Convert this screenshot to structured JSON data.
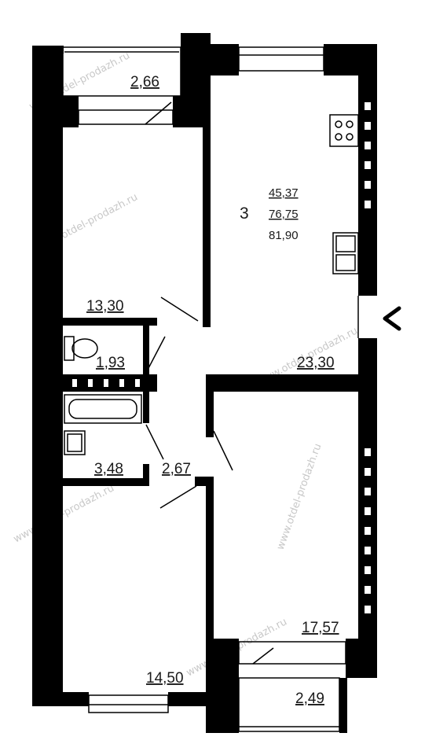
{
  "watermarks": [
    {
      "text": "www.otdel-prodazh.ru"
    },
    {
      "text": "www.otdel-prodazh.ru"
    },
    {
      "text": "www.otdel-prodazh.ru"
    },
    {
      "text": "www.otdel-prodazh.ru"
    },
    {
      "text": "www.otdel-prodazh.ru"
    },
    {
      "text": "www.otdel-prodazh.ru"
    }
  ],
  "summary": {
    "rooms": "3",
    "living_area": "45,37",
    "total_area": "76,75",
    "total_with_balcony": "81,90"
  },
  "rooms": {
    "balcony_top": "2,66",
    "bedroom_left": "13,30",
    "toilet": "1,93",
    "bathroom": "3,48",
    "hallway": "2,67",
    "kitchen_living": "23,30",
    "bedroom_right": "17,57",
    "bedroom_bottom_left": "14,50",
    "balcony_bottom": "2,49"
  },
  "nav": {
    "next_arrow": "next-arrow-icon"
  }
}
